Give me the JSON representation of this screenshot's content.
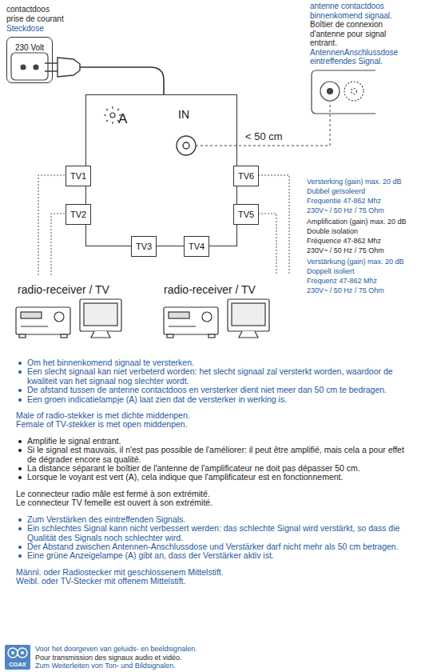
{
  "diagram": {
    "nodes": [
      {
        "text": [
          "230 Volt"
        ]
      },
      {
        "text": [
          "A",
          "IN"
        ]
      },
      {
        "text": [
          "TV1"
        ],
        "in": 1
      },
      {
        "text": [
          "TV6"
        ],
        "in": 1
      },
      {
        "text": [
          "TV2"
        ],
        "in": 1
      },
      {
        "text": [
          "TV5"
        ],
        "in": 1
      },
      {
        "text": [
          "TV3"
        ],
        "in": 1
      },
      {
        "text": [
          "TV4"
        ],
        "in": 1
      },
      {
        "text": [
          "COAX"
        ]
      }
    ],
    "labels": [
      "contactdoos",
      "prise de courant",
      "Steckdose",
      "antenne contactdoos",
      "binnenkomend signaal.",
      "Boîtier de connexion",
      "d'antenne pour signal",
      "entrant.",
      "AntennenAnschlussdose",
      "eintreffendes Signal.",
      "< 50 cm",
      "Versterking (gain) max. 20 dB",
      "Dubbel geïsoleerd",
      "Frequentie 47-862 Mhz",
      "230V~ / 50 Hz / 75 Ohm",
      "Amplification (gain) max. 20 dB",
      "Double isolation",
      "Fréquence 47-862 Mhz",
      "230V~ / 50 Hz / 75 Ohm",
      "Verstärkung (gain) max. 20 dB",
      "Doppelt isoliert",
      "Frequenz 47-862 Mhz",
      "230V~ / 50 Hz / 75 Ohm",
      "radio-receiver / TV",
      "radio-receiver / TV",
      "Om het binnenkomend signaal te versterken.",
      "Een slecht signaal kan niet verbeterd worden: het slecht signaal zal versterkt worden, waardoor de kwaliteit van het signaal nog slechter wordt.",
      "De afstand tussen de antenne contactdoos en versterker dient niet meer dan 50 cm te bedragen.",
      "Een groen indicatielampje (A) laat zien dat de versterker in werking is.",
      "Male of radio-stekker is met dichte middenpen.",
      "Female of TV-stekker is met open middenpen.",
      "Amplifie le signal entrant.",
      "Si le signal est mauvais, il n'est pas possible de l'améliorer: il peut être amplifié, mais cela a pour effet de dégrader encore sa qualité.",
      "La distance séparant le boîtier de l'antenne de l'amplificateur ne doit pas dépasser 50 cm.",
      "Lorsque le voyant est vert (A), cela indique que l'amplificateur est en fonctionnement.",
      "Le connecteur radio mâle est fermé à son extrémité.",
      "Le connecteur TV femelle est ouvert à son extrémité.",
      "Zum Verstärken des eintreffenden Signals.",
      "Ein schlechtes Signal kann nicht verbessert werden: das schlechte Signal wird verstärkt, so dass die Qualität des Signals noch schlechter wird.",
      "Der Abstand zwischen Antennen-Anschlussdose und Verstärker darf nicht mehr als 50 cm betragen.",
      "Eine grüne Anzeigelampe (A) gibt an, dass der Verstärker aktiv ist.",
      "Männl. oder Radiostecker mit geschlossenem Mittelstift.",
      "Weibl. oder TV-Stecker mit offenem Mittelstift.",
      "Voor het doorgeven van geluids- en beeldsignalen.",
      "Pour transmission des signaux audio et vidéo.",
      "Zum Weiterleiten von Ton- und Bildsignalen."
    ]
  }
}
